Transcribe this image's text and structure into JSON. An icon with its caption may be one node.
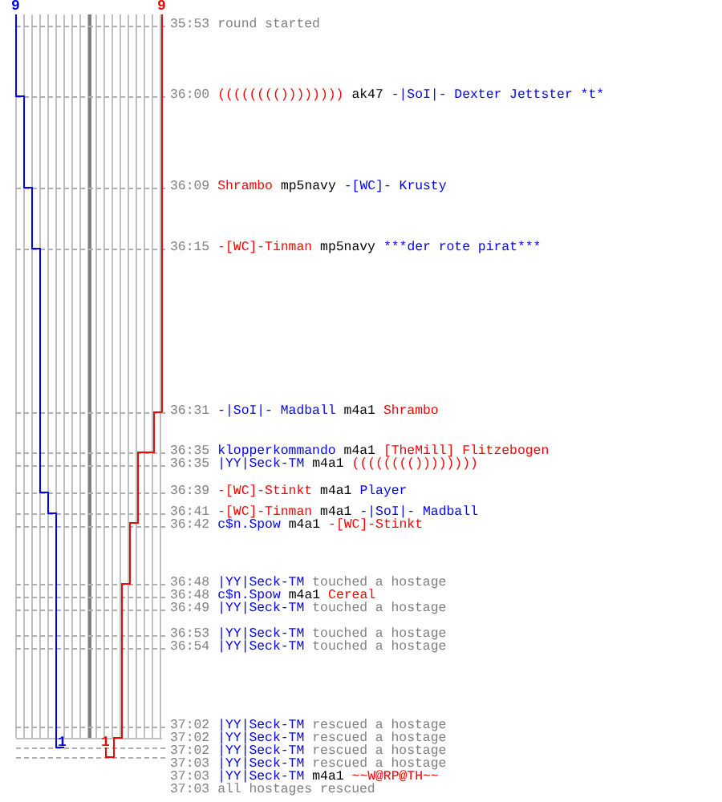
{
  "diagram": {
    "labels": [
      "9",
      "9",
      "35:53",
      "round started",
      "36:00",
      "(((((((())))))))",
      "ak47",
      "-|SoI|- Dexter Jettster *t*",
      "36:09",
      "Shrambo",
      "mp5navy",
      "-[WC]- Krusty",
      "36:15",
      "-[WC]-Tinman",
      "mp5navy",
      "***der rote pirat***",
      "36:31",
      "-|SoI|- Madball",
      "m4a1",
      "Shrambo",
      "36:35",
      "klopperkommando",
      "m4a1",
      "[TheMill] Flitzebogen",
      "36:35",
      "|YY|Seck-TM",
      "m4a1",
      "(((((((())))))))",
      "36:39",
      "-[WC]-Stinkt",
      "m4a1",
      "Player",
      "36:41",
      "-[WC]-Tinman",
      "m4a1",
      "-|SoI|- Madball",
      "36:42",
      "c$n.Spow",
      "m4a1",
      "-[WC]-Stinkt",
      "36:48",
      "|YY|Seck-TM",
      "touched a hostage",
      "36:48",
      "c$n.Spow",
      "m4a1",
      "Cereal",
      "36:49",
      "|YY|Seck-TM",
      "touched a hostage",
      "36:53",
      "|YY|Seck-TM",
      "touched a hostage",
      "36:54",
      "|YY|Seck-TM",
      "touched a hostage",
      "37:02",
      "|YY|Seck-TM",
      "rescued a hostage",
      "37:02",
      "|YY|Seck-TM",
      "rescued a hostage",
      "37:02",
      "|YY|Seck-TM",
      "rescued a hostage",
      "37:03",
      "|YY|Seck-TM",
      "rescued a hostage",
      "37:03",
      "|YY|Seck-TM",
      "m4a1",
      "~~W@RP@TH~~",
      "37:03",
      "all hostages rescued",
      "1",
      "1"
    ]
  }
}
